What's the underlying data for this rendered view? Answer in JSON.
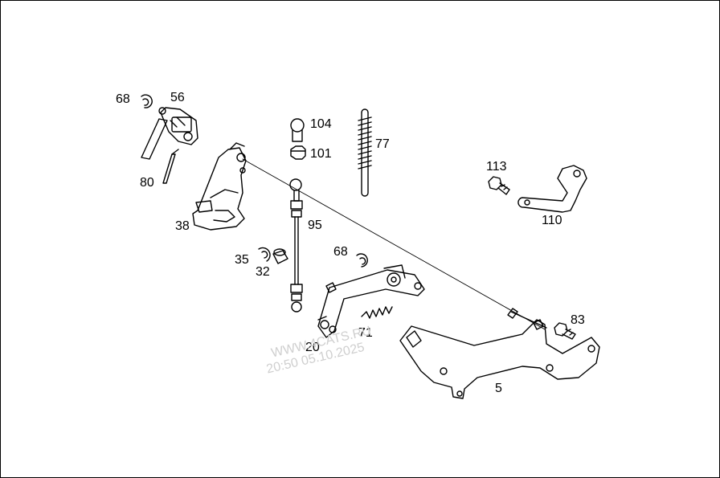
{
  "callouts": {
    "p68a": "68",
    "p56": "56",
    "p80": "80",
    "p38": "38",
    "p104": "104",
    "p101": "101",
    "p77": "77",
    "p95": "95",
    "p35": "35",
    "p32": "32",
    "p68b": "68",
    "p113": "113",
    "p110": "110",
    "p83": "83",
    "p71": "71",
    "p20": "20",
    "p5": "5"
  },
  "watermark": {
    "line1": "WWW.4CATS.RU",
    "line2": "20:50 05.10.2025"
  }
}
